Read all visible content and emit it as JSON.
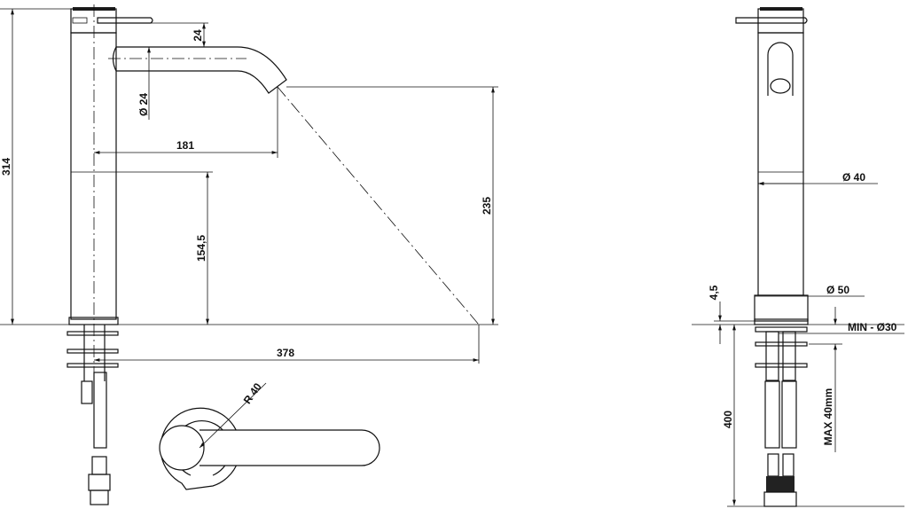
{
  "title": "Tap technical drawing",
  "side_view": {
    "dims": {
      "height_total": "314",
      "handle_offset": "24",
      "spout_diameter": "Ø 24",
      "spout_reach": "181",
      "body_height": "154,5",
      "spout_height": "235",
      "jet_reach": "378"
    }
  },
  "top_view": {
    "radius": "R 40"
  },
  "front_view": {
    "dims": {
      "body_diameter": "Ø 40",
      "base_diameter": "Ø 50",
      "base_height": "4,5",
      "hole": "MIN - Ø30",
      "hose_length": "400",
      "deck_thickness": "MAX 40mm"
    }
  }
}
